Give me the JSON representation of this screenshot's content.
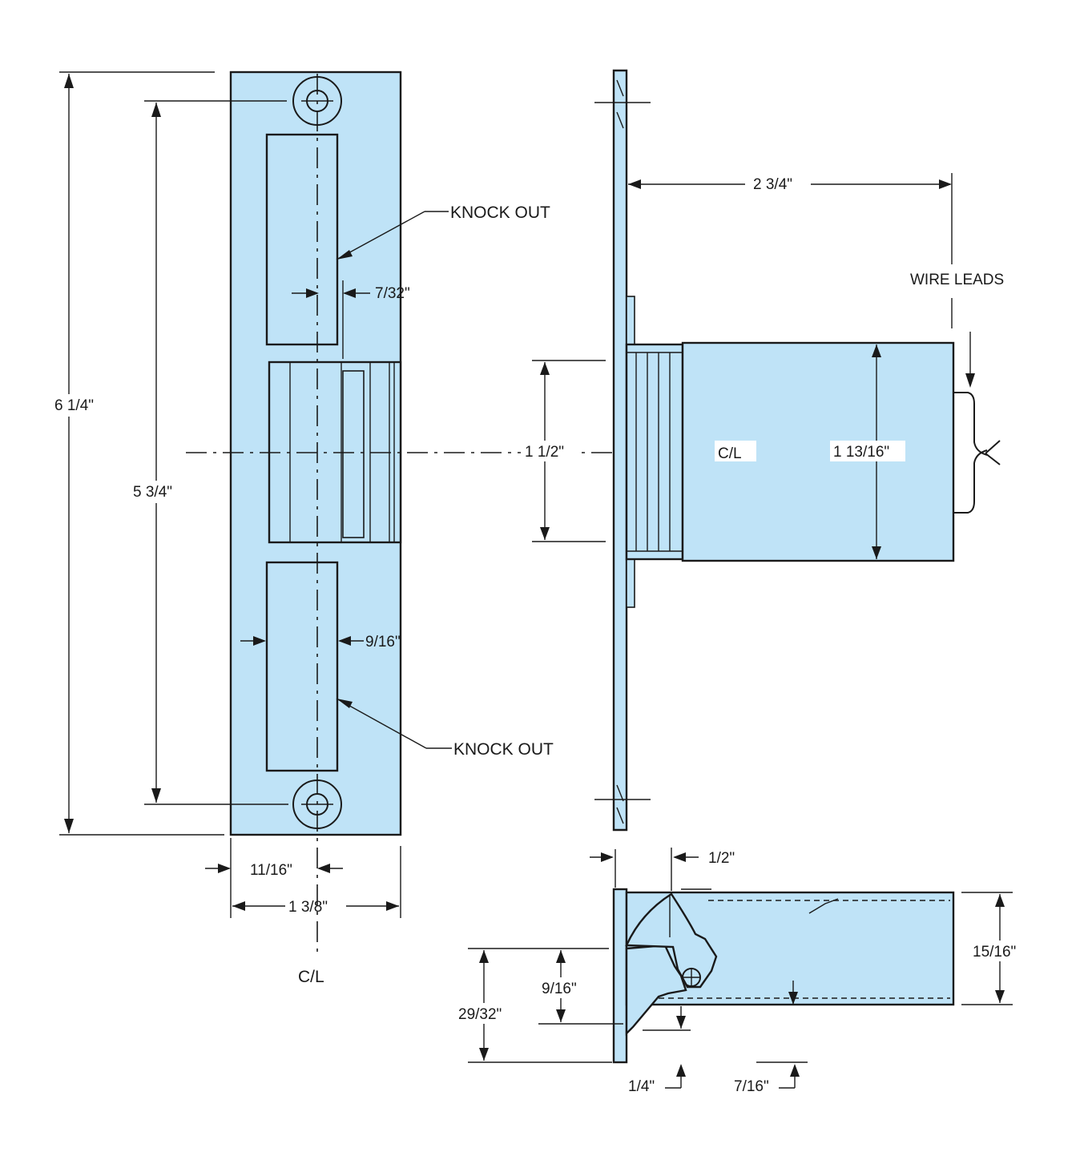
{
  "colors": {
    "fill": "#bfe3f7",
    "line": "#1a1a1a",
    "background": "#ffffff"
  },
  "labels": {
    "knock_out_top": "KNOCK  OUT",
    "knock_out_bottom": "KNOCK  OUT",
    "wire_leads": "WIRE LEADS",
    "centerline_front": "C/L",
    "centerline_side": "C/L"
  },
  "dimensions": {
    "overall_height": "6 1/4\"",
    "screw_spacing": "5 3/4\"",
    "knockout_offset": "7/32\"",
    "knockout_width": "9/16\"",
    "half_width": "11/16\"",
    "overall_width": "1 3/8\"",
    "depth": "2 3/4\"",
    "keeper_height": "1 1/2\"",
    "body_height": "1 13/16\"",
    "lip_offset": "1/2\"",
    "body_depth": "15/16\"",
    "keeper_depth": "9/16\"",
    "cavity_depth": "29/32\"",
    "plate_thickness": "1/4\"",
    "latch_clearance": "7/16\""
  }
}
